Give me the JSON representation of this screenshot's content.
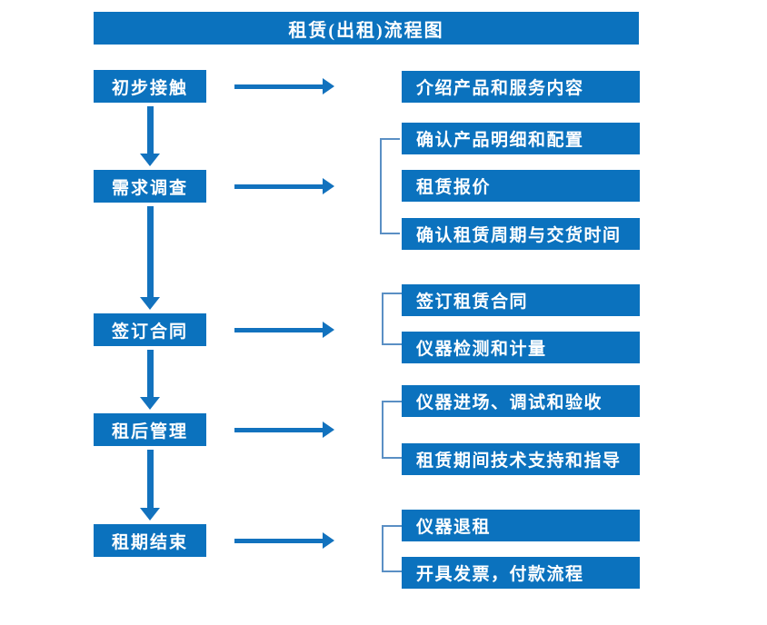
{
  "diagram": {
    "title": "租赁(出租)流程图",
    "theme": {
      "box_fill": "#0B72BE",
      "box_text": "#FFFFFF",
      "arrow": "#1272BE",
      "bracket": "#5A8FC4",
      "background": "#FFFFFF"
    },
    "stages": [
      {
        "label": "初步接触"
      },
      {
        "label": "需求调查"
      },
      {
        "label": "签订合同"
      },
      {
        "label": "租后管理"
      },
      {
        "label": "租期结束"
      }
    ],
    "details": [
      {
        "label": "介绍产品和服务内容"
      },
      {
        "label": "确认产品明细和配置"
      },
      {
        "label": "租赁报价"
      },
      {
        "label": "确认租赁周期与交货时间"
      },
      {
        "label": "签订租赁合同"
      },
      {
        "label": "仪器检测和计量"
      },
      {
        "label": "仪器进场、调试和验收"
      },
      {
        "label": "租赁期间技术支持和指导"
      },
      {
        "label": "仪器退租"
      },
      {
        "label": "开具发票，付款流程"
      }
    ]
  }
}
